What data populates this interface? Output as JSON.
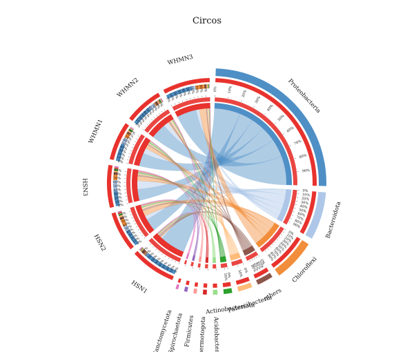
{
  "chart_data": {
    "type": "chord",
    "title": "Circos",
    "colors": {
      "Proteobacteria": "#4e8fc6",
      "Bacteroidota": "#aec7e8",
      "Chloroflexi": "#f28e3b",
      "others": "#8c564b",
      "Patescibacteria": "#ffbb78",
      "Actinobacteriota": "#2ca02c",
      "Acidobacteriota": "#98df8a",
      "Thermotogota": "#d62728",
      "Firmicutes": "#ff9896",
      "Spirochaetota": "#9467bd",
      "Planctomycetota": "#e377c2",
      "sample_bar": "#e8322d"
    },
    "phyla": [
      {
        "name": "Proteobacteria",
        "total": 26.5
      },
      {
        "name": "Bacteroidota",
        "total": 7.2
      },
      {
        "name": "Chloroflexi",
        "total": 6.4
      },
      {
        "name": "others",
        "total": 2.5
      },
      {
        "name": "Patescibacteria",
        "total": 2.2
      },
      {
        "name": "Actinobacteriota",
        "total": 1.3
      },
      {
        "name": "Acidobacteriota",
        "total": 0.7
      },
      {
        "name": "Thermotogota",
        "total": 0.6
      },
      {
        "name": "Firmicutes",
        "total": 0.5
      },
      {
        "name": "Spirochaetota",
        "total": 0.5
      },
      {
        "name": "Planctomycetota",
        "total": 0.4
      }
    ],
    "samples": [
      {
        "name": "HSN1",
        "total": 7.5
      },
      {
        "name": "HSN2",
        "total": 6.6
      },
      {
        "name": "HSN3",
        "total": 7.0
      },
      {
        "name": "WHMN1",
        "total": 6.4
      },
      {
        "name": "WHMN2",
        "total": 6.3
      },
      {
        "name": "WHMN3",
        "total": 7.8
      }
    ],
    "matrix": {
      "Proteobacteria": [
        6.0,
        3.2,
        3.0,
        3.5,
        4.2,
        6.6
      ],
      "Bacteroidota": [
        0.3,
        1.0,
        2.2,
        1.4,
        1.3,
        1.0
      ],
      "Chloroflexi": [
        0.2,
        1.4,
        1.2,
        1.0,
        0.3,
        2.3
      ],
      "others": [
        0.6,
        0.4,
        0.4,
        0.3,
        0.4,
        0.4
      ],
      "Patescibacteria": [
        0.2,
        0.4,
        0.3,
        0.3,
        0.5,
        0.5
      ],
      "Actinobacteriota": [
        0.1,
        0.2,
        0.3,
        0.3,
        0.2,
        0.2
      ],
      "Acidobacteriota": [
        0.05,
        0.2,
        0.1,
        0.2,
        0.1,
        0.05
      ],
      "Thermotogota": [
        0.05,
        0.2,
        0.2,
        0.05,
        0.05,
        0.05
      ],
      "Firmicutes": [
        0.05,
        0.1,
        0.1,
        0.1,
        0.1,
        0.05
      ],
      "Spirochaetota": [
        0.1,
        0.1,
        0.1,
        0.05,
        0.1,
        0.05
      ],
      "Planctomycetota": [
        0.05,
        0.05,
        0.1,
        0.1,
        0.05,
        0.05
      ]
    },
    "tick_labels": [
      "0%",
      "10%",
      "20%",
      "30%",
      "40%",
      "50%",
      "60%",
      "70%",
      "80%",
      "90%"
    ]
  }
}
